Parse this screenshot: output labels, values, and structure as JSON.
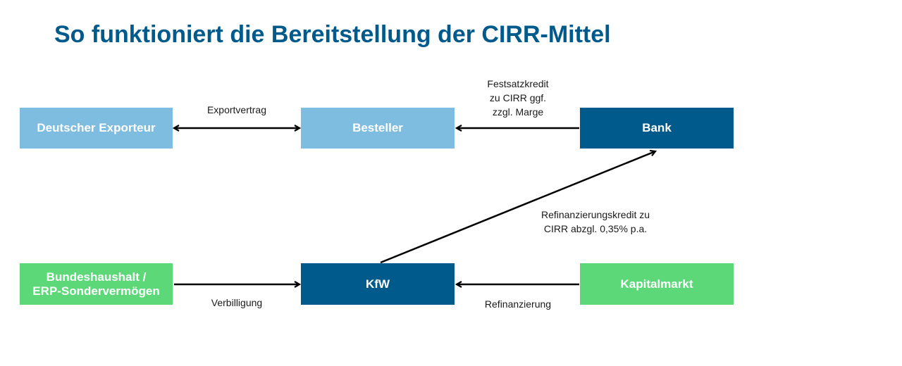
{
  "title": "So funktioniert die Bereitstellung der CIRR-Mittel",
  "colors": {
    "title": "#005A8C",
    "light_blue": "#7FBDE0",
    "dark_blue": "#005A8C",
    "green": "#5CD879",
    "arrow": "#000000",
    "box_text": "#ffffff"
  },
  "nodes": {
    "exporteur": "Deutscher Exporteur",
    "besteller": "Besteller",
    "bank": "Bank",
    "bundeshaushalt": "Bundeshaushalt /\nERP-Sondervermögen",
    "kfw": "KfW",
    "kapitalmarkt": "Kapitalmarkt"
  },
  "edges": {
    "exportvertrag": "Exportvertrag",
    "festsatzkredit": "Festsatzkredit\nzu CIRR ggf.\nzzgl. Marge",
    "refinanzierungskredit": "Refinanzierungskredit zu\nCIRR abzgl. 0,35% p.a.",
    "verbilligung": "Verbilligung",
    "refinanzierung": "Refinanzierung"
  }
}
